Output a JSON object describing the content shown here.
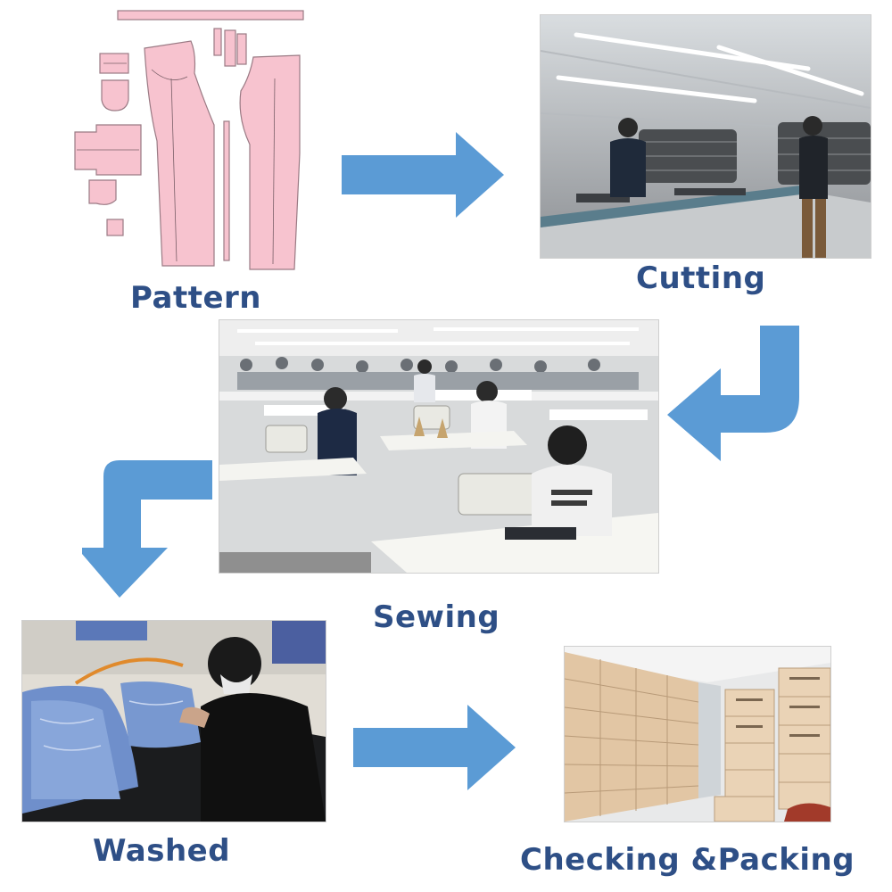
{
  "diagram": {
    "stages": [
      {
        "id": "pattern",
        "label": "Pattern"
      },
      {
        "id": "cutting",
        "label": "Cutting"
      },
      {
        "id": "sewing",
        "label": "Sewing"
      },
      {
        "id": "washed",
        "label": "Washed"
      },
      {
        "id": "checking-packing",
        "label": "Checking &Packing"
      }
    ],
    "colors": {
      "arrow": "#5b9bd5",
      "label": "#2e4f86",
      "pattern_fill": "#f7c3cf",
      "pattern_stroke": "#9a7a84"
    },
    "icons": [
      "arrow-right-icon",
      "arrow-turn-down-left-icon",
      "arrow-turn-left-down-icon"
    ]
  }
}
